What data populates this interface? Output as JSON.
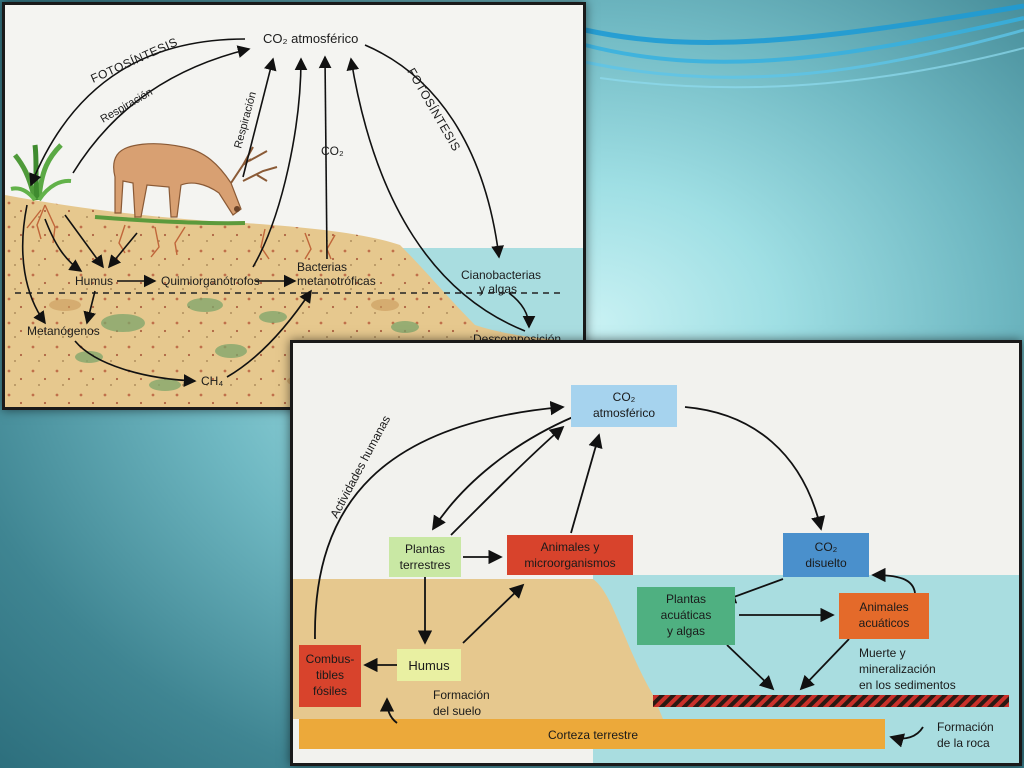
{
  "diagram1": {
    "co2_atmospheric": "CO₂ atmosférico",
    "photosynthesis_left": "FOTOSÍNTESIS",
    "photosynthesis_right": "FOTOSÍNTESIS",
    "respiration_left": "Respiración",
    "respiration_animal": "Respiración",
    "co2": "CO₂",
    "humus": "Humus",
    "chemoorganotrophs": "Quimiorganótrofos",
    "methanotrophs_line1": "Bacterias",
    "methanotrophs_line2": "metanotróficas",
    "cyanobacteria_line1": "Cianobacterias",
    "cyanobacteria_line2": "y algas",
    "methanogens": "Metanógenos",
    "decomposition": "Descomposición",
    "ch4": "CH₄"
  },
  "diagram2": {
    "co2_atm_line1": "CO₂",
    "co2_atm_line2": "atmosférico",
    "human_activities": "Actividades humanas",
    "land_plants_line1": "Plantas",
    "land_plants_line2": "terrestres",
    "animals_line1": "Animales y",
    "animals_line2": "microorganismos",
    "co2_dissolved_line1": "CO₂",
    "co2_dissolved_line2": "disuelto",
    "aquatic_plants_line1": "Plantas",
    "aquatic_plants_line2": "acuáticas",
    "aquatic_plants_line3": "y algas",
    "aquatic_animals_line1": "Animales",
    "aquatic_animals_line2": "acuáticos",
    "fossil_fuels_line1": "Combus-",
    "fossil_fuels_line2": "tibles",
    "fossil_fuels_line3": "fósiles",
    "humus": "Humus",
    "soil_formation_line1": "Formación",
    "soil_formation_line2": "del suelo",
    "death_line1": "Muerte y",
    "death_line2": "mineralización",
    "death_line3": "en los sedimentos",
    "earth_crust": "Corteza terrestre",
    "rock_formation_line1": "Formación",
    "rock_formation_line2": "de la roca"
  },
  "colors": {
    "soil": "#e6c88e",
    "water": "#a9dde0",
    "sky": "#f2f2ee",
    "red_box": "#d8432c",
    "green_box": "#4fb081",
    "lightgreen_box": "#c9e8a4",
    "blue_box": "#4a90cc",
    "orange_box": "#e46a2a",
    "crust": "#eca93a"
  }
}
